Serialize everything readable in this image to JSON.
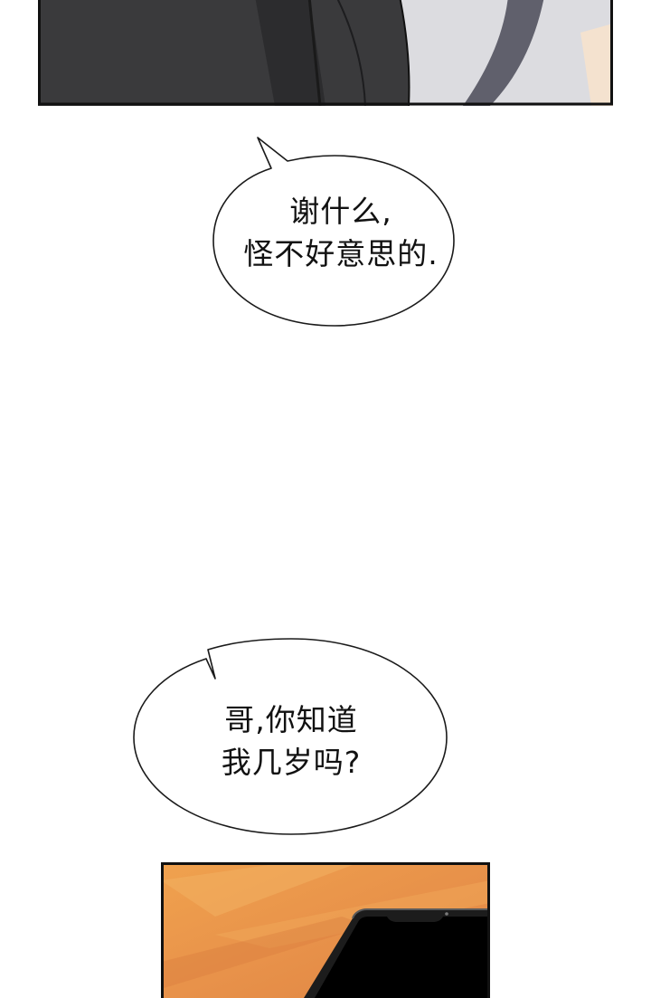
{
  "page": {
    "background": "#ffffff"
  },
  "panels": {
    "top": {
      "description_colors": {
        "jacket": "#3b3b3d",
        "shirt": "#d9d9dd",
        "border": "#111111"
      }
    },
    "bottom": {
      "description_colors": {
        "background": "#e9954a",
        "phone": "#0a0a0a",
        "border": "#111111"
      }
    }
  },
  "bubbles": [
    {
      "lines": [
        "谢什么,",
        "怪不好意思的."
      ]
    },
    {
      "lines": [
        "哥,你知道",
        "我几岁吗?"
      ]
    }
  ]
}
